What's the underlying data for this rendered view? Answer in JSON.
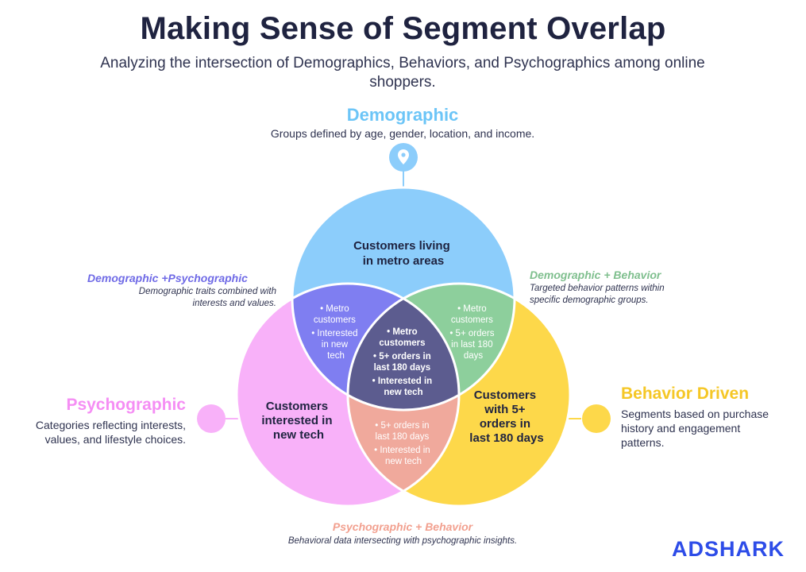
{
  "title": "Making Sense of Segment Overlap",
  "subtitle": "Analyzing the intersection of Demographics, Behaviors, and Psychographics among online shoppers.",
  "demographic": {
    "heading": "Demographic",
    "description": "Groups defined by age, gender, location, and income.",
    "icon": "location-pin-icon",
    "color": "#8ccdfb",
    "circle_label": [
      "Customers living",
      "in metro areas"
    ]
  },
  "psychographic": {
    "heading": "Psychographic",
    "description": [
      "Categories reflecting interests,",
      "values, and lifestyle choices."
    ],
    "color": "#f8b1f9",
    "circle_label": [
      "Customers",
      "interested in",
      "new tech"
    ]
  },
  "behavior": {
    "heading": "Behavior Driven",
    "description": [
      "Segments based on purchase",
      "history and engagement",
      "patterns."
    ],
    "color": "#fdd84a",
    "circle_label": [
      "Customers",
      "with 5+",
      "orders in",
      "last 180 days"
    ]
  },
  "overlaps": {
    "demo_psycho": {
      "heading": "Demographic +Psychographic",
      "description": [
        "Demographic traits combined with",
        "interests and values."
      ],
      "color": "#7f7ef1",
      "items": [
        [
          "• Metro",
          "customers"
        ],
        [
          "• Interested",
          "in new",
          "tech"
        ]
      ]
    },
    "demo_behavior": {
      "heading": "Demographic + Behavior",
      "description": [
        "Targeted behavior patterns within",
        "specific demographic groups."
      ],
      "color": "#8dcf9c",
      "items": [
        [
          "• Metro",
          "customers"
        ],
        [
          "• 5+ orders",
          "in last 180",
          "days"
        ]
      ]
    },
    "psycho_behavior": {
      "heading": "Psychographic + Behavior",
      "description": "Behavioral data intersecting with psychographic insights.",
      "color": "#f0a99c",
      "items": [
        [
          "• 5+ orders in",
          "last 180 days"
        ],
        [
          "• Interested in",
          "new tech"
        ]
      ]
    },
    "center": {
      "color": "#5c5c8f",
      "items": [
        [
          "• Metro",
          "customers"
        ],
        [
          "• 5+ orders in",
          "last 180 days"
        ],
        [
          "• Interested in",
          "new tech"
        ]
      ]
    }
  },
  "logo": "ADSHARK"
}
